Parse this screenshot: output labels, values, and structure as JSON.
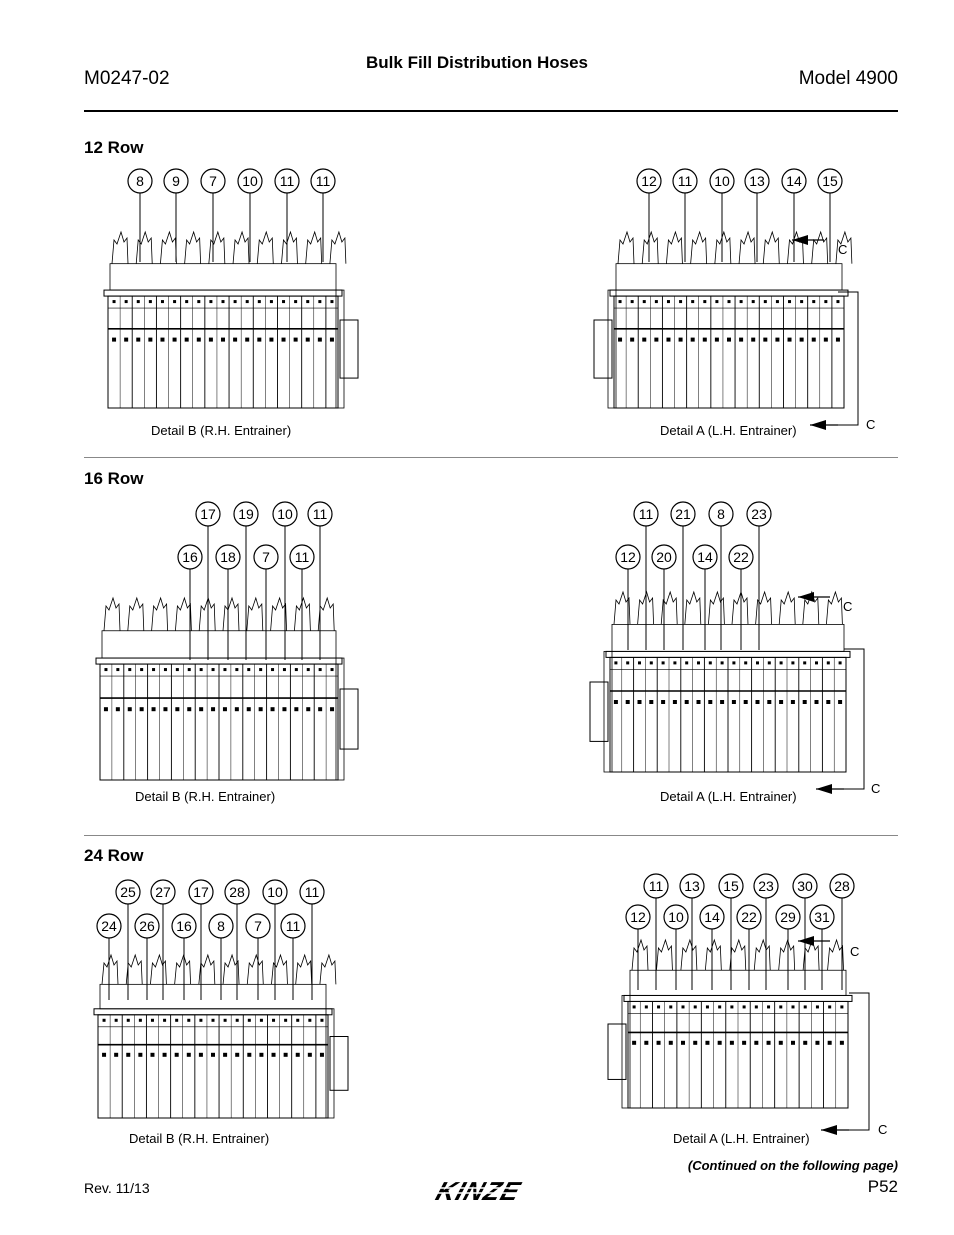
{
  "header": {
    "doc_number": "M0247-02",
    "title": "Bulk Fill Distribution Hoses",
    "model": "Model 4900"
  },
  "sections": [
    {
      "title": "12 Row",
      "detail_b": {
        "caption": "Detail B (R.H. Entrainer)",
        "callouts_top": [
          "8",
          "9",
          "7",
          "10",
          "11",
          "11"
        ],
        "callouts_bottom": []
      },
      "detail_a": {
        "caption": "Detail A (L.H. Entrainer)",
        "callouts_top": [
          "12",
          "11",
          "10",
          "13",
          "14",
          "15"
        ],
        "callouts_bottom": [],
        "section_mark": "C"
      }
    },
    {
      "title": "16 Row",
      "detail_b": {
        "caption": "Detail B (R.H. Entrainer)",
        "callouts_top": [
          "17",
          "19",
          "10",
          "11"
        ],
        "callouts_bottom": [
          "16",
          "18",
          "7",
          "11"
        ]
      },
      "detail_a": {
        "caption": "Detail A (L.H. Entrainer)",
        "callouts_top": [
          "11",
          "21",
          "8",
          "23"
        ],
        "callouts_bottom": [
          "12",
          "20",
          "14",
          "22"
        ],
        "section_mark": "C"
      }
    },
    {
      "title": "24 Row",
      "detail_b": {
        "caption": "Detail B (R.H. Entrainer)",
        "callouts_top": [
          "25",
          "27",
          "17",
          "28",
          "10",
          "11"
        ],
        "callouts_bottom": [
          "24",
          "26",
          "16",
          "8",
          "7",
          "11"
        ]
      },
      "detail_a": {
        "caption": "Detail A (L.H. Entrainer)",
        "callouts_top": [
          "11",
          "13",
          "15",
          "23",
          "30",
          "28"
        ],
        "callouts_bottom": [
          "12",
          "10",
          "14",
          "22",
          "29",
          "31"
        ],
        "section_mark": "C"
      }
    }
  ],
  "footer": {
    "revision": "Rev. 11/13",
    "continued": "(Continued on the following page)",
    "page": "P52",
    "logo_text": "KINZE"
  }
}
